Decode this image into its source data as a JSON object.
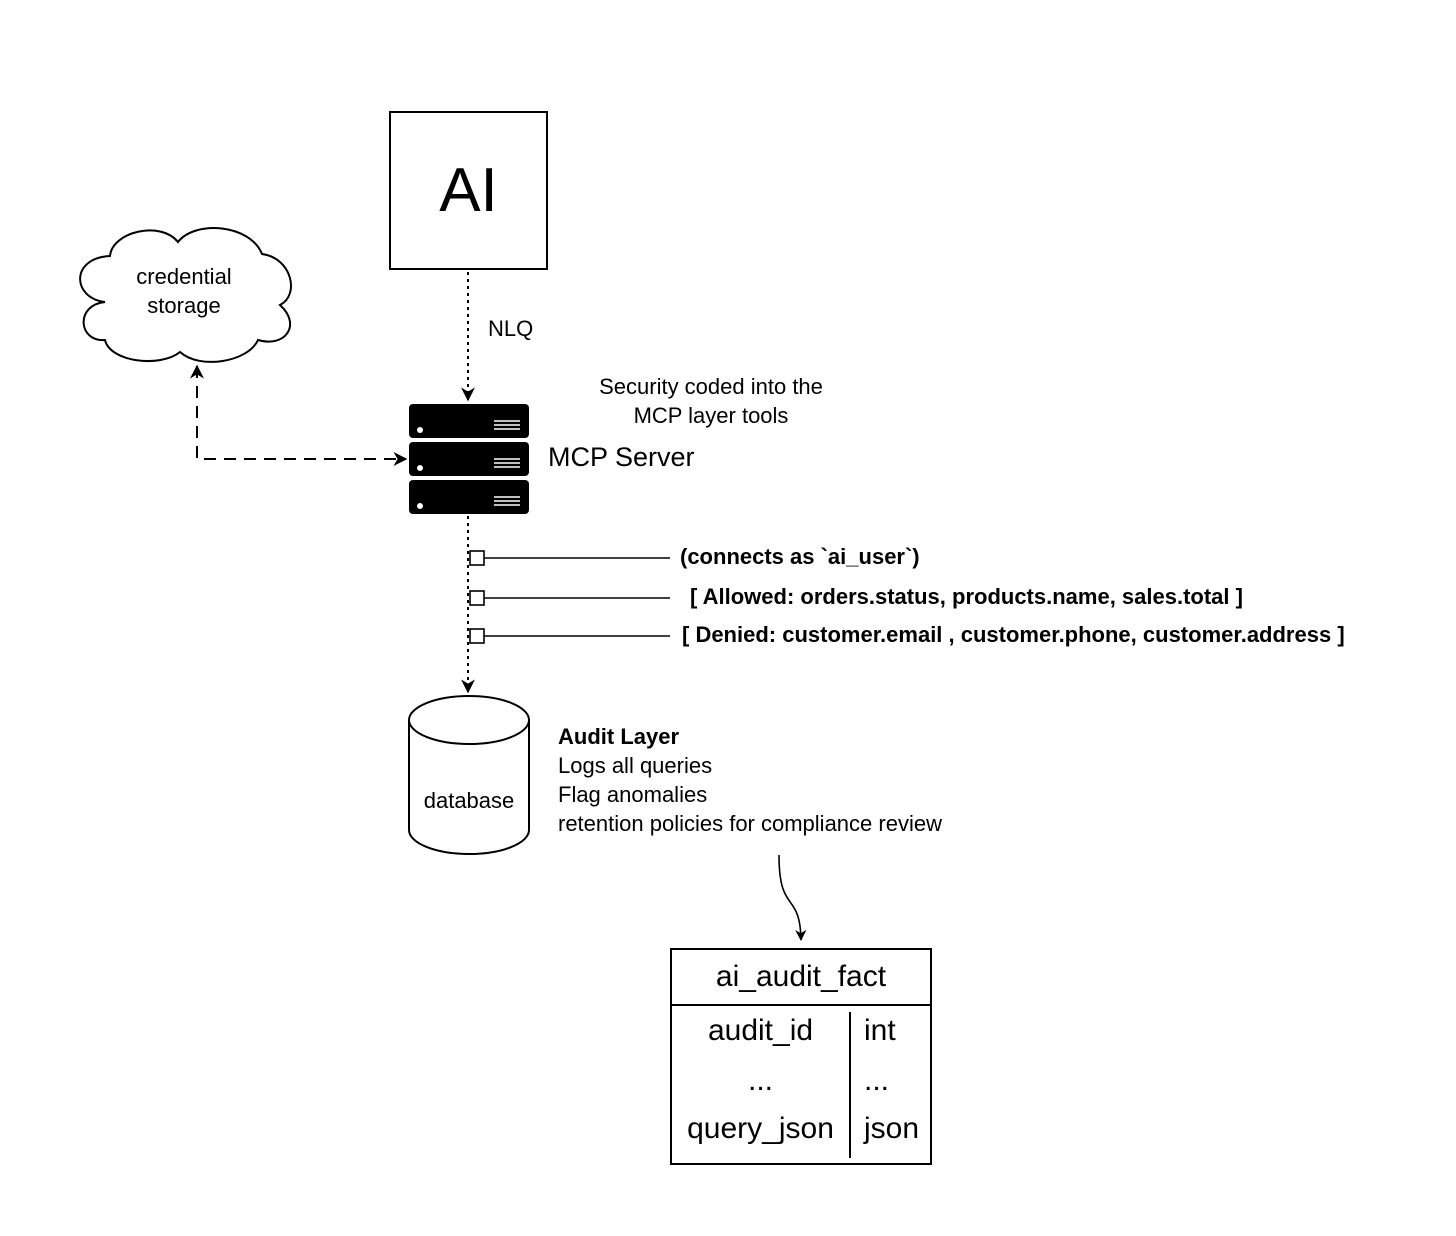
{
  "ai_node": {
    "label": "AI"
  },
  "credential_storage": {
    "line1": "credential",
    "line2": "storage"
  },
  "edge_labels": {
    "nlq": "NLQ"
  },
  "security_note": {
    "line1": "Security coded into the",
    "line2": "MCP layer tools"
  },
  "mcp_server": {
    "label": "MCP Server"
  },
  "rules": [
    "(connects as `ai_user`)",
    "[ Allowed: orders.status, products.name, sales.total ]",
    "[ Denied: customer.email , customer.phone, customer.address ]"
  ],
  "database": {
    "label": "database"
  },
  "audit_layer": {
    "title": "Audit Layer",
    "lines": [
      "Logs all queries",
      "Flag anomalies",
      "retention policies for compliance review"
    ]
  },
  "audit_table": {
    "name": "ai_audit_fact",
    "rows": [
      {
        "column": "audit_id",
        "type": "int"
      },
      {
        "column": "...",
        "type": "..."
      },
      {
        "column": "query_json",
        "type": "json"
      }
    ]
  }
}
